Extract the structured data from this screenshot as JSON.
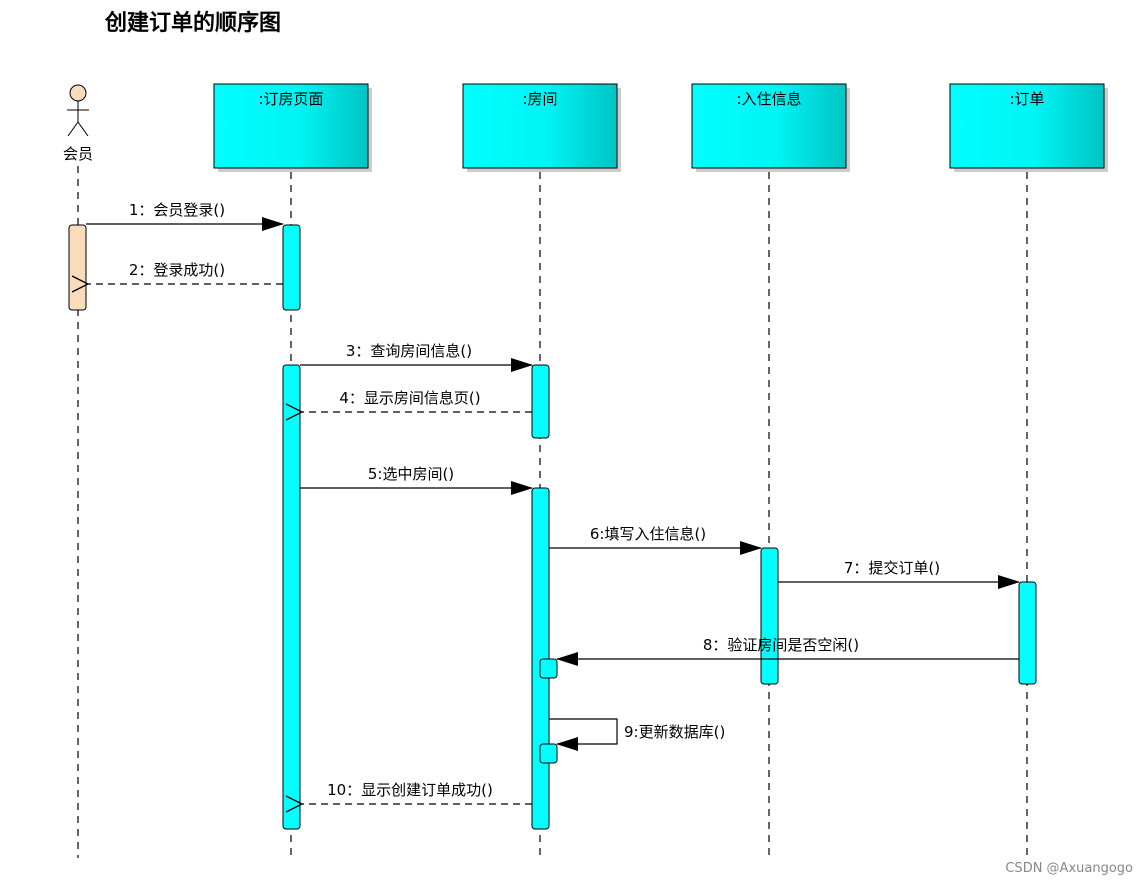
{
  "diagram": {
    "title": "创建订单的顺序图",
    "actor": {
      "label": "会员"
    },
    "participants": [
      {
        "id": "page",
        "label": ":订房页面"
      },
      {
        "id": "room",
        "label": ":房间"
      },
      {
        "id": "checkin",
        "label": ":入住信息"
      },
      {
        "id": "order",
        "label": ":订单"
      }
    ],
    "messages": [
      {
        "label": "1：会员登录()",
        "from": "actor",
        "to": "page",
        "kind": "call"
      },
      {
        "label": "2：登录成功()",
        "from": "page",
        "to": "actor",
        "kind": "return"
      },
      {
        "label": "3：查询房间信息()",
        "from": "page",
        "to": "room",
        "kind": "call"
      },
      {
        "label": "4：显示房间信息页()",
        "from": "room",
        "to": "page",
        "kind": "return"
      },
      {
        "label": "5:选中房间()",
        "from": "page",
        "to": "room",
        "kind": "call"
      },
      {
        "label": "6:填写入住信息()",
        "from": "room",
        "to": "checkin",
        "kind": "call"
      },
      {
        "label": "7：提交订单()",
        "from": "checkin",
        "to": "order",
        "kind": "call"
      },
      {
        "label": "8：验证房间是否空闲()",
        "from": "order",
        "to": "room",
        "kind": "call"
      },
      {
        "label": "9:更新数据库()",
        "from": "room",
        "to": "room",
        "kind": "self"
      },
      {
        "label": "10：显示创建订单成功()",
        "from": "room",
        "to": "page",
        "kind": "return"
      }
    ],
    "colors": {
      "lifeline_head": "#00ffff",
      "lifeline_head_dark": "#00c8c8",
      "activation": "#00ffff",
      "actor_activation": "#f9dcbc",
      "actor_head": "#f9dcbc",
      "line": "#000000"
    }
  },
  "watermark": "CSDN @Axuangogo"
}
